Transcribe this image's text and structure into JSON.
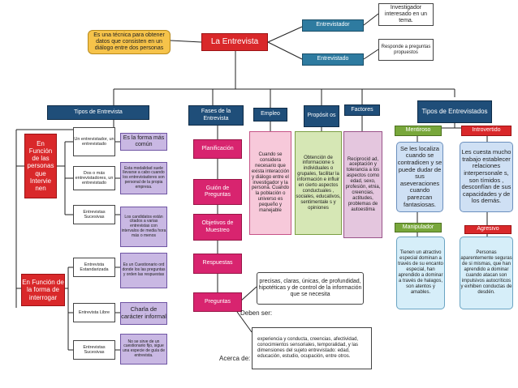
{
  "center": {
    "title": "La Entrevista"
  },
  "definition": "Es una técnica para obtener datos que consisten en un diálogo entre dos personas",
  "roles": {
    "entrevistador": "Entrevistador",
    "entrevistador_desc": "Investigador interesado en un tema.",
    "entrevistado": "Entrevistado",
    "entrevistado_desc": "Responde a preguntas propuestos"
  },
  "tipos": {
    "header": "Tipos de Entrevista",
    "funcion_personas": "En Función de las personas que Intervie nen",
    "un_entrevistador": "Un entrevistador, un entrevistado",
    "mas_comun": "Es la forma más común",
    "dos_o_mas": "Dos o más entrevistadores, un entrevistado",
    "modalidad": "Esta modalidad suele llevarse a cabo cuando los entrevistadores son personal de la propia empresa.",
    "sucesivas": "Entrevistas Sucesivas",
    "sucesivas_desc": "Los candidatos están citados a varias entrevistas con intervalos de media hora más o menos",
    "funcion_interrogar": "En Función de la forma de interrogar",
    "estandarizada": "Entrevista Estandarizada",
    "estandarizada_desc": "Es un Cuestionario ord donde los las preguntas y orden las respuestas",
    "libre": "Entrevista Libre",
    "libre_desc": "Charla de carácter informal",
    "sucesivas2": "Entrevistas Sucesivas",
    "sucesivas2_desc": "No se sirve de un cuestionario fijo, sigue una especie de guía de entrevista."
  },
  "fases": {
    "header": "Fases de la Entrevista",
    "items": [
      "Planificación",
      "Guión de Preguntas",
      "Objetivos de Muestreo",
      "Respuestas",
      "Preguntas"
    ],
    "deben_ser_label": "Deben ser:",
    "deben_ser": "precisas, claras, únicas, de profundidad, hipotéticas y de control de la información que se necesita",
    "acerca_label": "Acerca de:",
    "acerca": "experiencia y conducta, creencias, afectividad, conocimientos sensoriales, temporalidad, y las dimensiones del sujeto entrevistado: edad, educación, estudio, ocupación, entre otros."
  },
  "empleo": {
    "header": "Empleo",
    "desc": "Cuando se considera necesario que exista interacción y diálogo entre el investigador y la persona. Cuando la población o universo es pequeño y manejable"
  },
  "proposito": {
    "header": "Propósit os",
    "desc": "Obtención de informacione s individuales o grupales, facilitar la información e influir en cierto aspectos conductuales , sociales, educativos, sentimentale s y opiniones"
  },
  "factores": {
    "header": "Factores",
    "desc": "Reciprocid ad, aceptación y tolerancia a los aspectos como edad, sexo, profesión, etnia, creencias, actitudes, problemas de autoestima"
  },
  "tipos_entrevistados": {
    "header": "Tipos de Entrevistados",
    "mentiroso": "Mentiroso",
    "mentiroso_desc": "Se les localiza cuando se contradicen y se puede dudar de sus aseveraciones cuando parezcan fantasiosas.",
    "introvertido": "Introvertido",
    "introvertido_desc": "Les cuesta mucho trabajo establecer relaciones interpersonale s, son tímidos , desconfían de sus capacidades y de los demás.",
    "manipulador": "Manipulador",
    "manipulador_desc": "Tienen un atractivo especial dominan a través de su encanto especial, han aprendido a dominar a través de halagos, son atentos y amables.",
    "agresivo": "Agresivo",
    "agresivo_desc": "Personas aparentemente seguras de si mismas, que han aprendido a dominar cuando atacan son impulsivos autocríticos y exhiben conductas de desdén."
  }
}
